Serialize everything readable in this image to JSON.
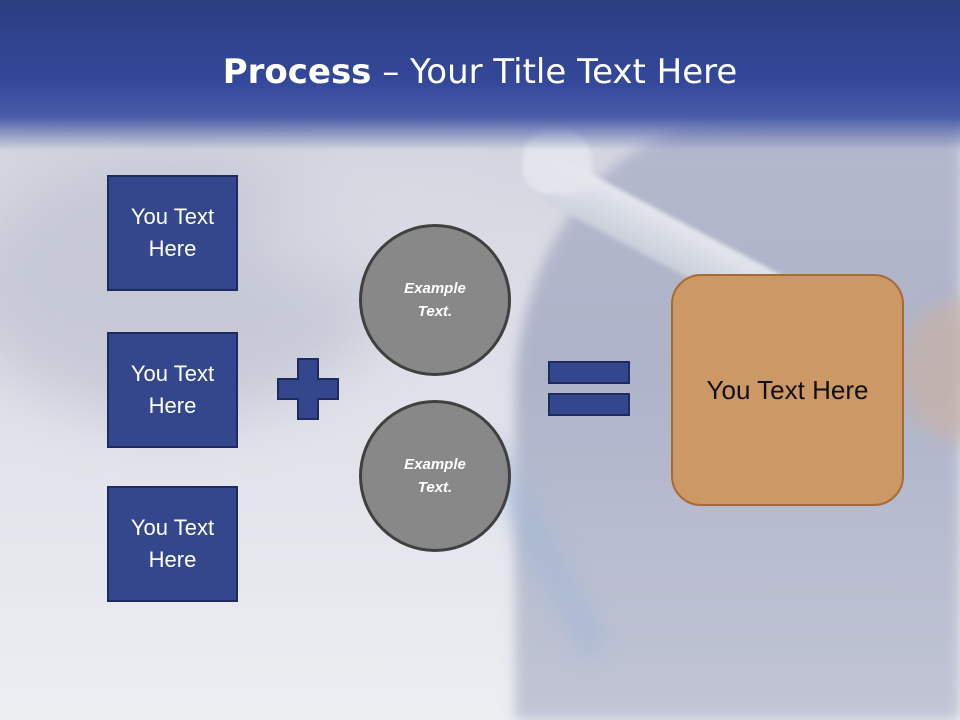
{
  "title": {
    "bold": "Process",
    "rest": " – Your Title Text Here"
  },
  "left_boxes": [
    {
      "label": "You Text Here"
    },
    {
      "label": "You Text Here"
    },
    {
      "label": "You Text Here"
    }
  ],
  "circles": [
    {
      "label": "Example Text."
    },
    {
      "label": "Example Text."
    }
  ],
  "result": {
    "label": "You Text Here"
  },
  "icons": {
    "plus": "plus-icon",
    "equals": "equals-icon"
  },
  "colors": {
    "header": "#34489a",
    "box_fill": "#34478c",
    "circle_fill": "#888888",
    "result_fill": "#cc9866"
  }
}
